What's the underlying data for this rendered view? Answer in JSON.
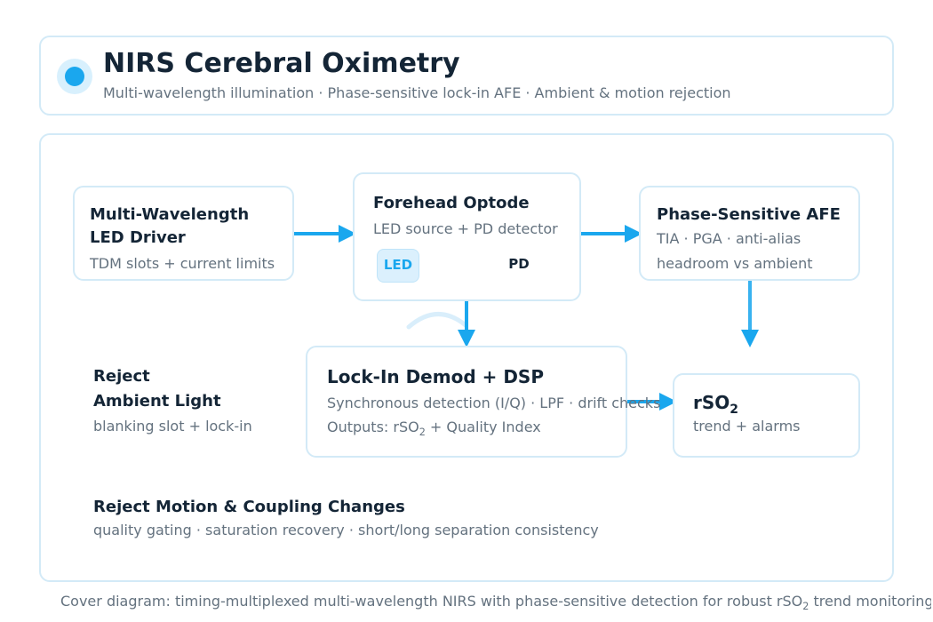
{
  "header": {
    "title": "NIRS Cerebral Oximetry",
    "subtitle": "Multi-wavelength illumination · Phase-sensitive lock-in AFE · Ambient & motion rejection"
  },
  "nodes": {
    "led_driver": {
      "title_line1": "Multi-Wavelength",
      "title_line2": "LED Driver",
      "detail": "TDM slots + current limits"
    },
    "optode": {
      "title": "Forehead Optode",
      "detail": "LED source + PD detector",
      "led_label": "LED",
      "pd_label": "PD"
    },
    "afe": {
      "title": "Phase-Sensitive AFE",
      "detail_line1": "TIA · PGA · anti-alias",
      "detail_line2": "headroom vs ambient"
    },
    "lockin": {
      "title": "Lock-In Demod + DSP",
      "detail_line1": "Synchronous detection (I/Q) · LPF · drift checks",
      "detail_line2_pre": "Outputs: rSO",
      "detail_line2_sub": "2",
      "detail_line2_post": " + Quality Index"
    },
    "rso2": {
      "title_pre": "rSO",
      "title_sub": "2",
      "detail": "trend + alarms"
    }
  },
  "notes": {
    "ambient": {
      "title_line1": "Reject",
      "title_line2": "Ambient Light",
      "detail": "blanking slot + lock-in"
    },
    "motion": {
      "title": "Reject Motion & Coupling Changes",
      "detail": "quality gating · saturation recovery · short/long separation consistency"
    }
  },
  "caption": {
    "pre": "Cover diagram: timing-multiplexed multi-wavelength NIRS with phase-sensitive detection for robust rSO",
    "sub": "2",
    "post": " trend monitoring"
  },
  "colors": {
    "accent": "#1aa7ee",
    "border": "#d3eaf7",
    "text": "#142536",
    "muted": "#64727f"
  },
  "icons": {
    "header_dot": "status-dot-icon",
    "optode_light_path": "light-arc-icon",
    "arrow": "arrow-right-icon"
  }
}
